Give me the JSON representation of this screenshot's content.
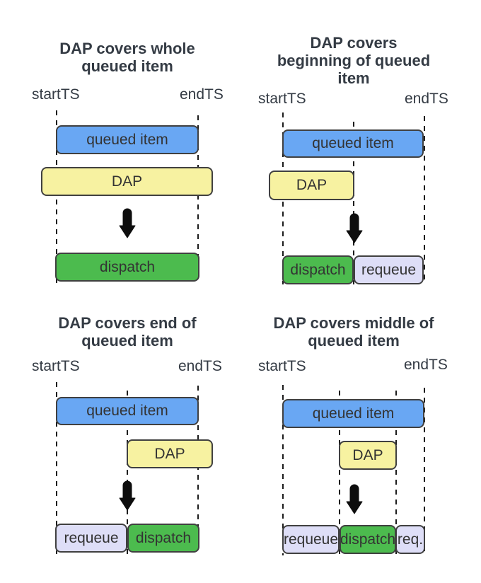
{
  "colors": {
    "queued_item_fill": "#69a7f3",
    "dap_fill": "#f7f2a1",
    "dispatch_fill": "#4cbb4e",
    "requeue_fill": "#dedef7",
    "outline": "#404040",
    "bar_text": "#333333",
    "heading_text": "#343b44",
    "dash_line": "#1c1c1c",
    "arrow": "#0d0d0d",
    "background": "#ffffff"
  },
  "panels": [
    {
      "key": "whole",
      "title_lines": [
        "DAP covers whole",
        "queued item"
      ],
      "start_ts_label": "startTS",
      "end_ts_label": "endTS",
      "queued_item_label": "queued item",
      "dap_label": "DAP",
      "result_segments": [
        {
          "type": "dispatch",
          "label": "dispatch"
        }
      ]
    },
    {
      "key": "beginning",
      "title_lines": [
        "DAP covers",
        "beginning of queued",
        "item"
      ],
      "start_ts_label": "startTS",
      "end_ts_label": "endTS",
      "queued_item_label": "queued item",
      "dap_label": "DAP",
      "result_segments": [
        {
          "type": "dispatch",
          "label": "dispatch"
        },
        {
          "type": "requeue",
          "label": "requeue"
        }
      ]
    },
    {
      "key": "end",
      "title_lines": [
        "DAP covers end of",
        "queued item"
      ],
      "start_ts_label": "startTS",
      "end_ts_label": "endTS",
      "queued_item_label": "queued item",
      "dap_label": "DAP",
      "result_segments": [
        {
          "type": "requeue",
          "label": "requeue"
        },
        {
          "type": "dispatch",
          "label": "dispatch"
        }
      ]
    },
    {
      "key": "middle",
      "title_lines": [
        "DAP covers middle of",
        "queued item"
      ],
      "start_ts_label": "startTS",
      "end_ts_label": "endTS",
      "queued_item_label": "queued item",
      "dap_label": "DAP",
      "result_segments": [
        {
          "type": "requeue",
          "label": "requeue"
        },
        {
          "type": "dispatch",
          "label": "dispatch"
        },
        {
          "type": "requeue",
          "label": "req."
        }
      ]
    }
  ]
}
